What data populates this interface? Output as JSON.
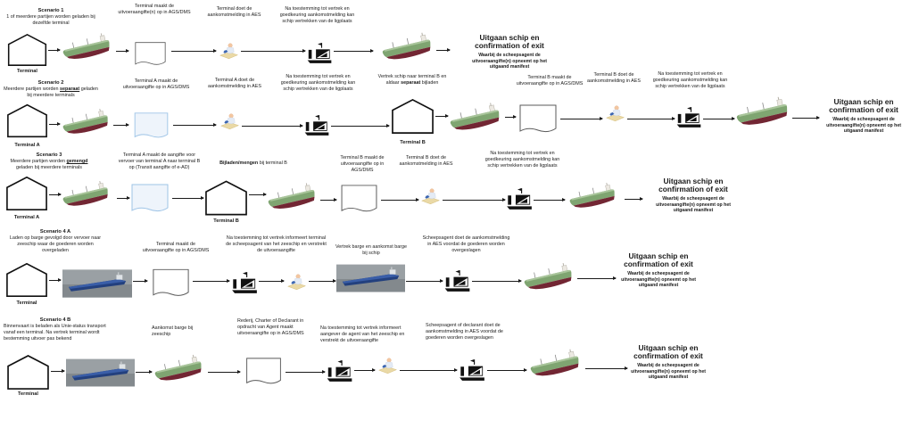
{
  "common": {
    "permission": "Na toestemming tot vertrek en goedkeuring aankomstmelding kan schip vertrekken van de ligplaats",
    "exit_title1": "Uitgaan schip en",
    "exit_title2": "confirmation of exit",
    "exit_sub": "Waarbij de scheepsagent de uitvoeraangifte(n) opneemt op het uitgaand manifest"
  },
  "s1": {
    "title": "Scenario 1",
    "desc": "1 of meerdere partijen worden geladen bij dezelfde terminal",
    "terminal_label": "Terminal",
    "doc": "Terminal maakt de uitvoeraangifte(n) op in AGS/DMS",
    "arrival": "Terminal doet de aankomstmelding in AES"
  },
  "s2": {
    "title": "Scenario 2",
    "desc_pre": "Meerdere partijen worden ",
    "desc_em": "separaat",
    "desc_post": " geladen bij meerdere terminals",
    "terminal_a": "Terminal A",
    "terminal_b": "Terminal B",
    "doc_a": "Terminal A maakt de uitvoeraangifte op in AGS/DMS",
    "arrival_a": "Terminal A doet de aankomstmelding in AES",
    "vertrek_pre": "Vertrek schip naar terminal B en aldaar ",
    "vertrek_em": "separaat",
    "vertrek_post": " bijladen",
    "doc_b": "Terminal B maakt de uitvoeraangifte op in AGS/DMS",
    "arrival_b": "Terminal B doet de aankomstmelding in AES"
  },
  "s3": {
    "title": "Scenario 3",
    "desc_pre": "Meerdere partijen worden ",
    "desc_em": "gemengd",
    "desc_post": " geladen bij meerdere terminals",
    "terminal_a": "Terminal A",
    "terminal_b": "Terminal B",
    "transit_doc": "Terminal A maakt de aangifte voor vervoer van terminal A naar terminal B op (Transit aangifte of e-AD)",
    "bijladen_em": "Bijladen/mengen",
    "bijladen_post": " bij terminal B",
    "doc_b": "Terminal B maakt de uitvoeraangifte op in AGS/DMS",
    "arrival_b": "Terminal B doet de aankomstmelding in AES"
  },
  "s4a": {
    "title": "Scenario 4 A",
    "desc": "Laden op barge gevolgd door vervoer naar zeeschip waar de goederen worden overgeladen",
    "terminal_label": "Terminal",
    "doc": "Terminal maakt de uitvoeraangifte op in AGS/DMS",
    "inform": "Na toestemming tot vertrek informeert terminal de scheepsagent van het zeeschip en verstrekt de uitvoeraangifte",
    "vertrek_barge": "Vertrek barge en aankomst barge bij schip",
    "arrival": "Scheepsagent doet de aankomstmelding in AES voordat de goederen worden overgeslagen"
  },
  "s4b": {
    "title": "Scenario 4 B",
    "desc": "Binnenvaart is beladen als Unie-status transport vanaf een terminal. Na vertrek terminal wordt bestemming uitvoer pas bekend",
    "terminal_label": "Terminal",
    "aankomst_barge": "Aankomst barge bij zeeschip",
    "doc": "Rederij, Charter of Declarant in opdracht van Agent maakt uitvoeraangifte op in AGS/DMS",
    "inform": "Na toestemming tot vertrek informeert aangever de agent van het zeeschip en verstrekt de uitvoeraangifte",
    "arrival": "Scheepsagent of declarant doet de aankomstmelding in AES voordat de goederen worden overgeslagen"
  },
  "icons": {
    "terminal": "warehouse-outline",
    "ship": "green-cargo-ship",
    "document": "wavy-bottom-document",
    "clerk": "person-at-laptop",
    "crane": "port-crane-pictogram",
    "barge": "blue-barge-photo"
  },
  "colors": {
    "ship_green": "#7FA571",
    "ship_deck": "#A9C59B",
    "hull_red": "#722633",
    "doc_blue_fill": "#EEF4FB",
    "doc_blue_stroke": "#9DC3E6",
    "base_tan": "#EAD9A6",
    "laptop_blue": "#2E5AA8",
    "pictogram_black": "#111111",
    "text": "#1A1A1A"
  }
}
